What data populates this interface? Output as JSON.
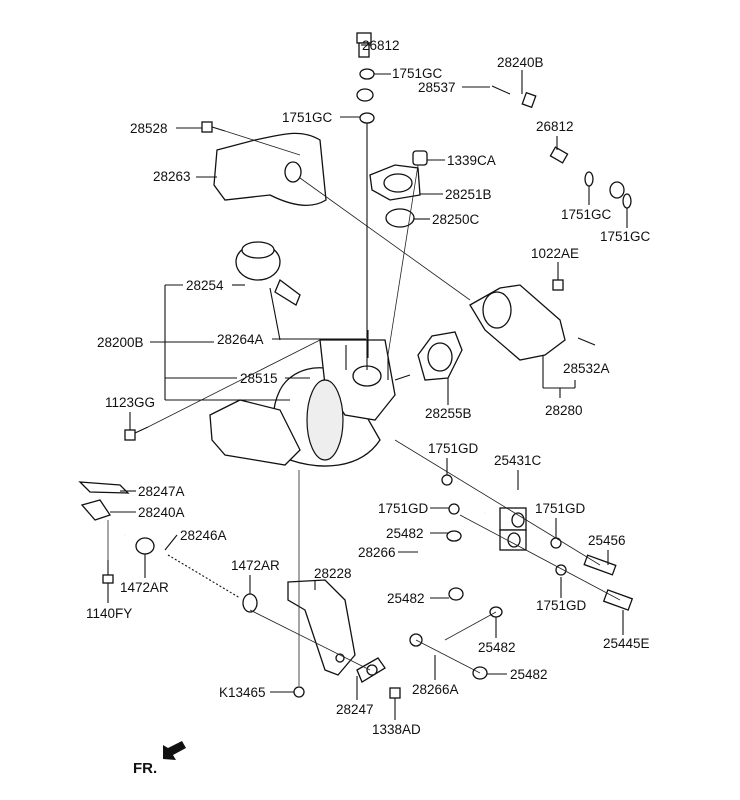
{
  "labels": [
    "26812",
    "1751GC",
    "28240B",
    "28537",
    "1751GC",
    "28528",
    "26812",
    "1339CA",
    "28263",
    "28251B",
    "28250C",
    "1751GC",
    "1751GC",
    "1022AE",
    "28254",
    "28200B",
    "28264A",
    "28515",
    "28532A",
    "1123GG",
    "28255B",
    "28280",
    "1751GD",
    "25431C",
    "28247A",
    "28240A",
    "1751GD",
    "1751GD",
    "25482",
    "28246A",
    "25456",
    "28266",
    "1472AR",
    "28228",
    "1472AR",
    "25482",
    "1751GD",
    "1140FY",
    "25445E",
    "25482",
    "25482",
    "28266A",
    "K13465",
    "28247",
    "1338AD"
  ],
  "front_indicator": "FR.",
  "icons": {
    "front_arrow": "arrow-down-left-icon"
  }
}
